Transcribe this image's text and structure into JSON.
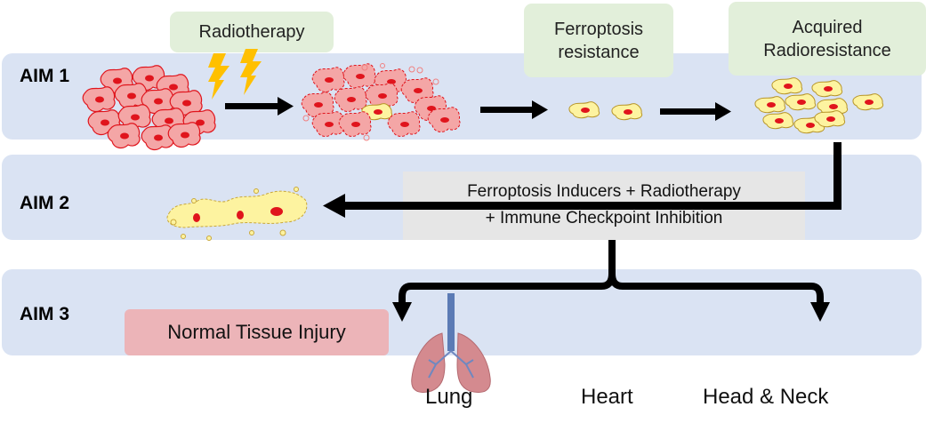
{
  "aims": [
    {
      "label": "AIM 1"
    },
    {
      "label": "AIM 2"
    },
    {
      "label": "AIM 3"
    }
  ],
  "aim1": {
    "step_labels": [
      {
        "id": "radiotherapy",
        "text": "Radiotherapy"
      },
      {
        "id": "ferroptosis-resistance",
        "line1": "Ferroptosis",
        "line2": "resistance"
      },
      {
        "id": "acquired-radioresistance",
        "line1": "Acquired",
        "line2": "Radioresistance"
      }
    ],
    "stages": [
      "tumor-cells",
      "irradiated-cells",
      "surviving-cells",
      "radioresistant-cells"
    ]
  },
  "aim2": {
    "treatment_line1": "Ferroptosis Inducers + Radiotherapy",
    "treatment_line2": "+ Immune Checkpoint Inhibition",
    "outcome": "dying-cells"
  },
  "aim3": {
    "box_label": "Normal Tissue Injury",
    "organs": [
      {
        "name": "Lung",
        "icon": "lung-icon"
      },
      {
        "name": "Heart",
        "icon": "heart-icon"
      },
      {
        "name": "Head & Neck",
        "icon": "head-neck-icon"
      }
    ]
  },
  "colors": {
    "band": "#dae3f3",
    "label_box": "#e2efda",
    "treatment_box": "#e6e6e6",
    "injury_box": "#ecb4b8",
    "cell_pink": "#f4a6a6",
    "cell_yellow": "#fdf3a0",
    "nucleus": "#e0141c",
    "lightning": "#ffc000"
  }
}
